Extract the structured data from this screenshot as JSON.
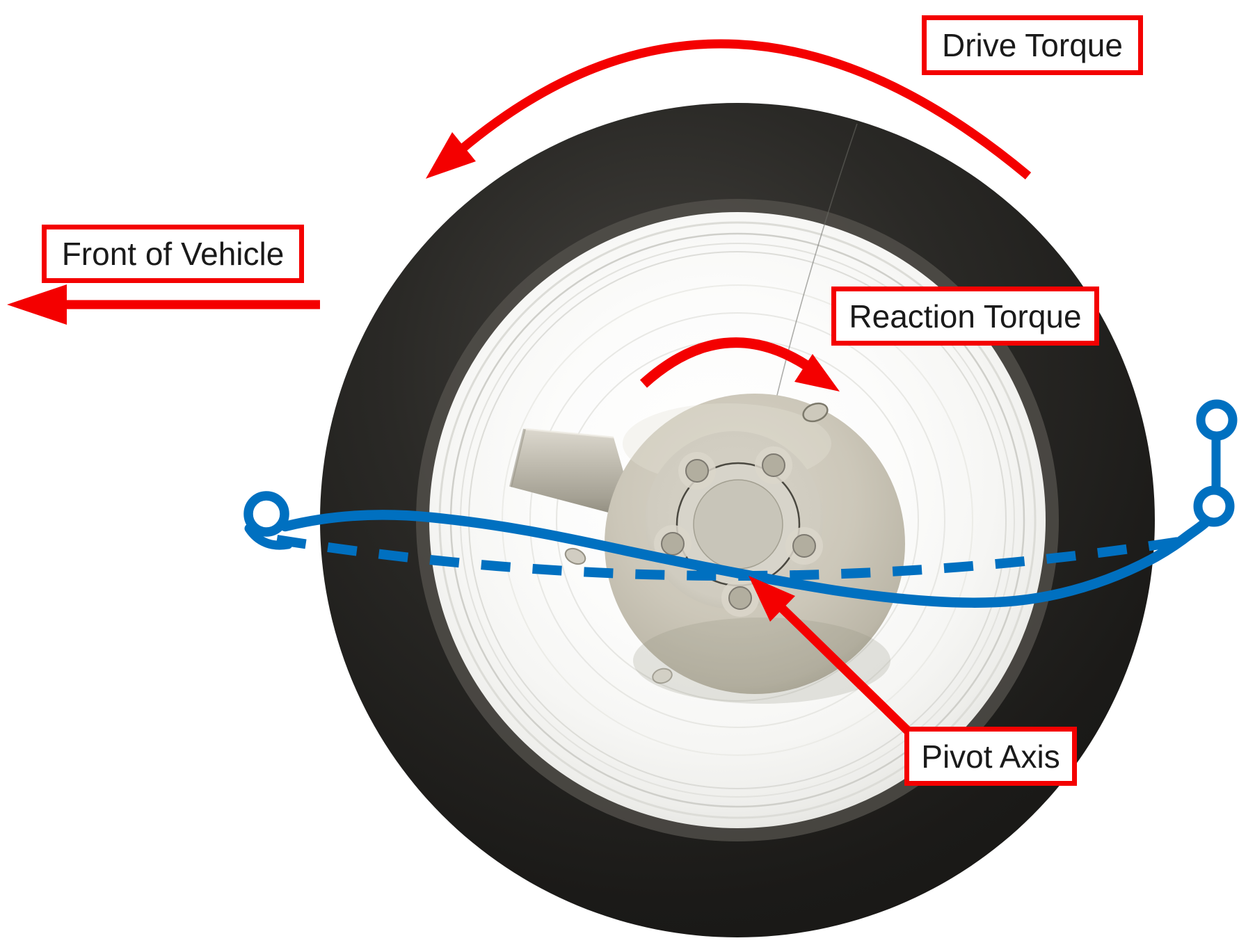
{
  "diagram": {
    "title_context": "rear wheel torque reaction diagram",
    "labels": {
      "drive_torque": "Drive Torque",
      "front_of_vehicle": "Front of Vehicle",
      "reaction_torque": "Reaction Torque",
      "pivot_axis": "Pivot Axis"
    },
    "colors": {
      "annotation_red": "#f40000",
      "link_blue": "#0070c0",
      "label_text": "#1a1a1a",
      "label_bg": "#ffffff",
      "page_bg": "#ffffff"
    }
  }
}
